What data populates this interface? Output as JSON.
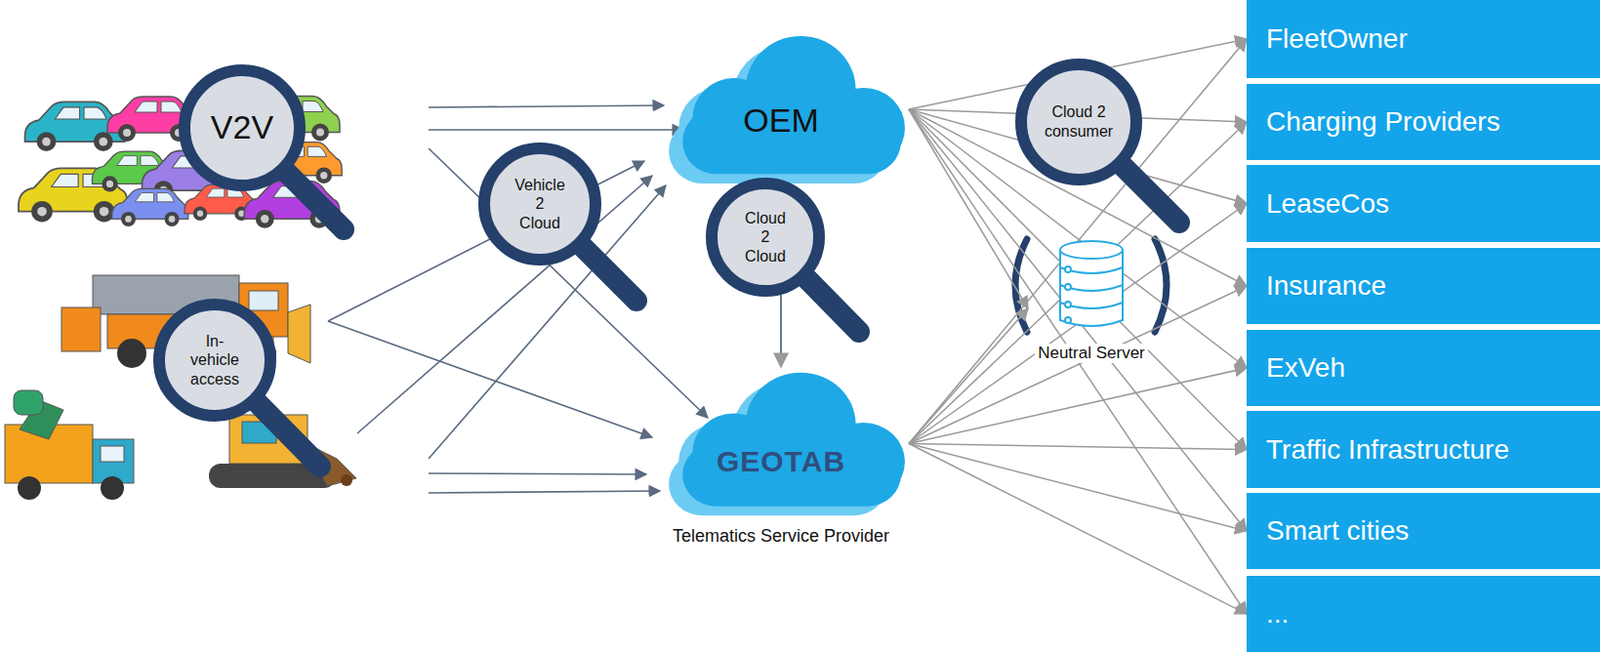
{
  "diagram": {
    "nodes": [
      {
        "text": [
          "V2V"
        ]
      },
      {
        "text": [
          "Vehicle 2 Cloud"
        ]
      },
      {
        "text": [
          "In-vehicle access"
        ]
      },
      {
        "text": [
          "OEM"
        ]
      },
      {
        "text": [
          "Cloud 2 Cloud"
        ]
      },
      {
        "text": [
          "GEOTAB",
          "Telematics Service Provider"
        ]
      },
      {
        "text": [
          "Cloud 2 consumer"
        ]
      },
      {
        "text": [
          "Neutral Server"
        ]
      },
      {
        "text": [
          "FleetOwner"
        ]
      },
      {
        "text": [
          "Charging Providers"
        ]
      },
      {
        "text": [
          "LeaseCos"
        ]
      },
      {
        "text": [
          "Insurance"
        ]
      },
      {
        "text": [
          "ExVeh"
        ]
      },
      {
        "text": [
          "Traffic Infrastructure"
        ]
      },
      {
        "text": [
          "Smart cities"
        ]
      },
      {
        "text": [
          "..."
        ]
      }
    ],
    "edges": [
      {
        "from": 3,
        "to": 5,
        "arrow": "to"
      },
      {
        "from": 3,
        "to": 7,
        "arrow": "to"
      },
      {
        "from": 5,
        "to": 7,
        "arrow": "to"
      },
      {
        "from": 3,
        "to": 8,
        "arrow": "to"
      },
      {
        "from": 3,
        "to": 9,
        "arrow": "to"
      },
      {
        "from": 3,
        "to": 10,
        "arrow": "to"
      },
      {
        "from": 3,
        "to": 11,
        "arrow": "to"
      },
      {
        "from": 3,
        "to": 12,
        "arrow": "to"
      },
      {
        "from": 3,
        "to": 13,
        "arrow": "to"
      },
      {
        "from": 3,
        "to": 14,
        "arrow": "to"
      },
      {
        "from": 3,
        "to": 15,
        "arrow": "to"
      },
      {
        "from": 5,
        "to": 8,
        "arrow": "to"
      },
      {
        "from": 5,
        "to": 9,
        "arrow": "to"
      },
      {
        "from": 5,
        "to": 10,
        "arrow": "to"
      },
      {
        "from": 5,
        "to": 11,
        "arrow": "to"
      },
      {
        "from": 5,
        "to": 12,
        "arrow": "to"
      },
      {
        "from": 5,
        "to": 13,
        "arrow": "to"
      },
      {
        "from": 5,
        "to": 14,
        "arrow": "to"
      },
      {
        "from": 5,
        "to": 15,
        "arrow": "to"
      }
    ]
  }
}
